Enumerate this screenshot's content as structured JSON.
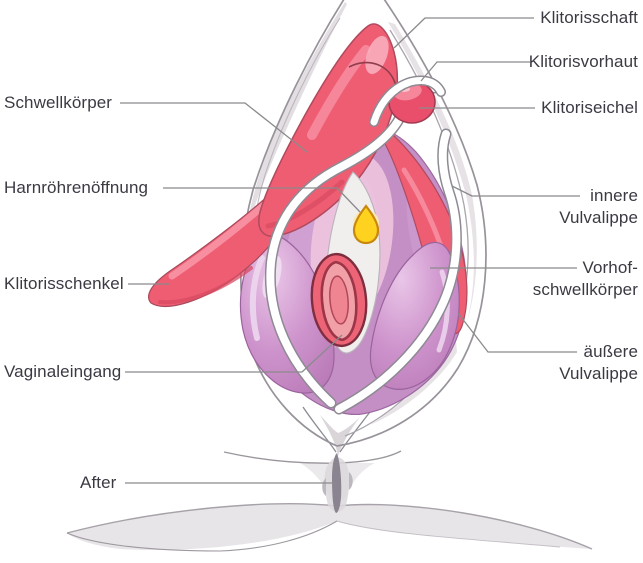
{
  "figure": {
    "type": "anatomical-diagram",
    "subject": "Anatomie der Vulva / Klitoris (schematische Frontalansicht)",
    "language": "de"
  },
  "labels": {
    "left": [
      {
        "id": "schwellkoerper",
        "text": "Schwellkörper"
      },
      {
        "id": "harnroehrenoeffnung",
        "text": "Harnröhrenöffnung"
      },
      {
        "id": "klitorisschenkel",
        "text": "Klitorisschenkel"
      },
      {
        "id": "vaginaleingang",
        "text": "Vaginaleingang"
      },
      {
        "id": "after",
        "text": "After"
      }
    ],
    "right": [
      {
        "id": "klitorisschaft",
        "text": "Klitorisschaft"
      },
      {
        "id": "klitorisvorhaut",
        "text": "Klitorisvorhaut"
      },
      {
        "id": "klitoriseichel",
        "text": "Klitoriseichel"
      },
      {
        "id": "innere-vulvalippe",
        "line1": "innere",
        "line2": "Vulvalippe"
      },
      {
        "id": "vorhofschwellkoerper",
        "line1": "Vorhof-",
        "line2": "schwellkörper"
      },
      {
        "id": "aeussere-vulvalippe",
        "line1": "äußere",
        "line2": "Vulvalippe"
      }
    ]
  },
  "colors": {
    "label_text": "#3b3a43",
    "leader_line": "#8b8a8d",
    "outline_gray": "#98929a",
    "erectile_red": "#ee5d72",
    "erectile_red_highlight": "#f78ea1",
    "bulb_purple": "#c48fc5",
    "bulb_purple_light": "#e7c3e6",
    "vestibule_white": "#f1eeee",
    "urethra_yellow": "#ffd21f",
    "vagina_red": "#ee6477",
    "skin_shadow": "#e8e5e8"
  }
}
